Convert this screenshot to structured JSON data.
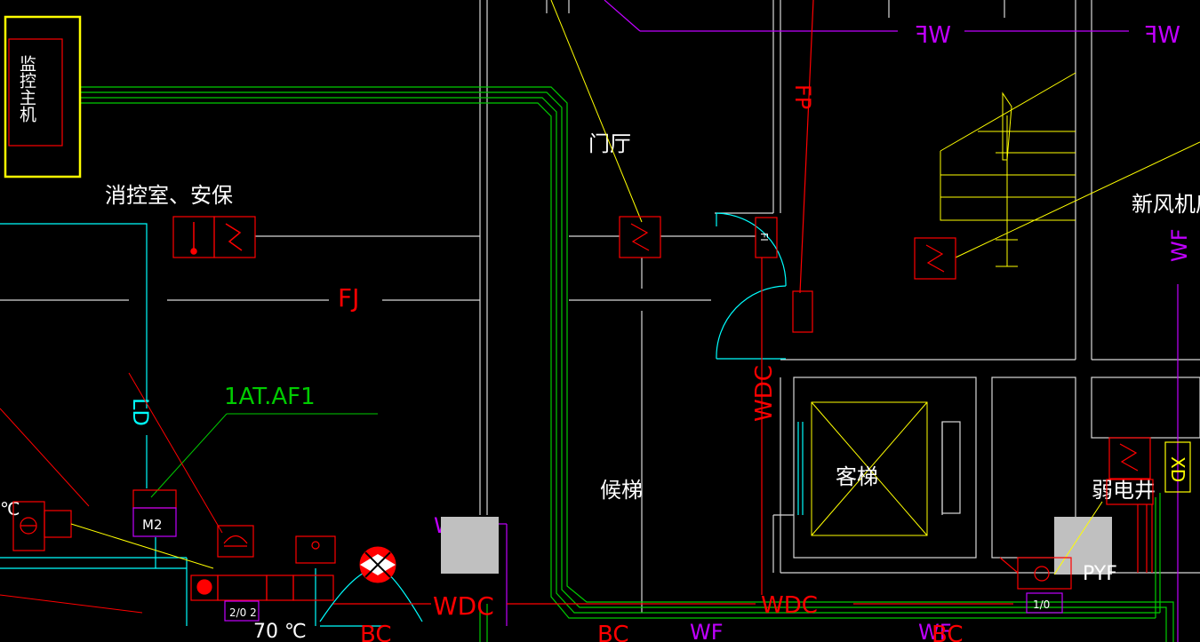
{
  "labels": {
    "monitor_host": "监控主机",
    "fire_control_room": "消控室、安保",
    "hall": "门厅",
    "fresh_air_room": "新风机房",
    "waiting": "候梯",
    "passenger_lift": "客梯",
    "weak_shaft": "弱电井",
    "device_tag": "1AT.AF1",
    "temp_70": "70 ℃",
    "temp_edge": "℃"
  },
  "line_tags": {
    "fj": "FJ",
    "ld": "LD",
    "wf": "WF",
    "wdc": "WDC",
    "bc": "BC",
    "pyf": "PYF",
    "xd": "XD",
    "fp": "FP",
    "fi": "FI",
    "m2": "M2",
    "twenty_two": "2/0 2",
    "one_zero": "1/0"
  },
  "colors": {
    "background": "#000000",
    "wall": "#ffffff",
    "green_bus": "#00cc00",
    "cyan": "#00ffff",
    "magenta": "#c000ff",
    "red": "#ff0000",
    "yellow": "#ffff00",
    "highlight": "#ffff00",
    "gray_block": "#c0c0c0"
  }
}
